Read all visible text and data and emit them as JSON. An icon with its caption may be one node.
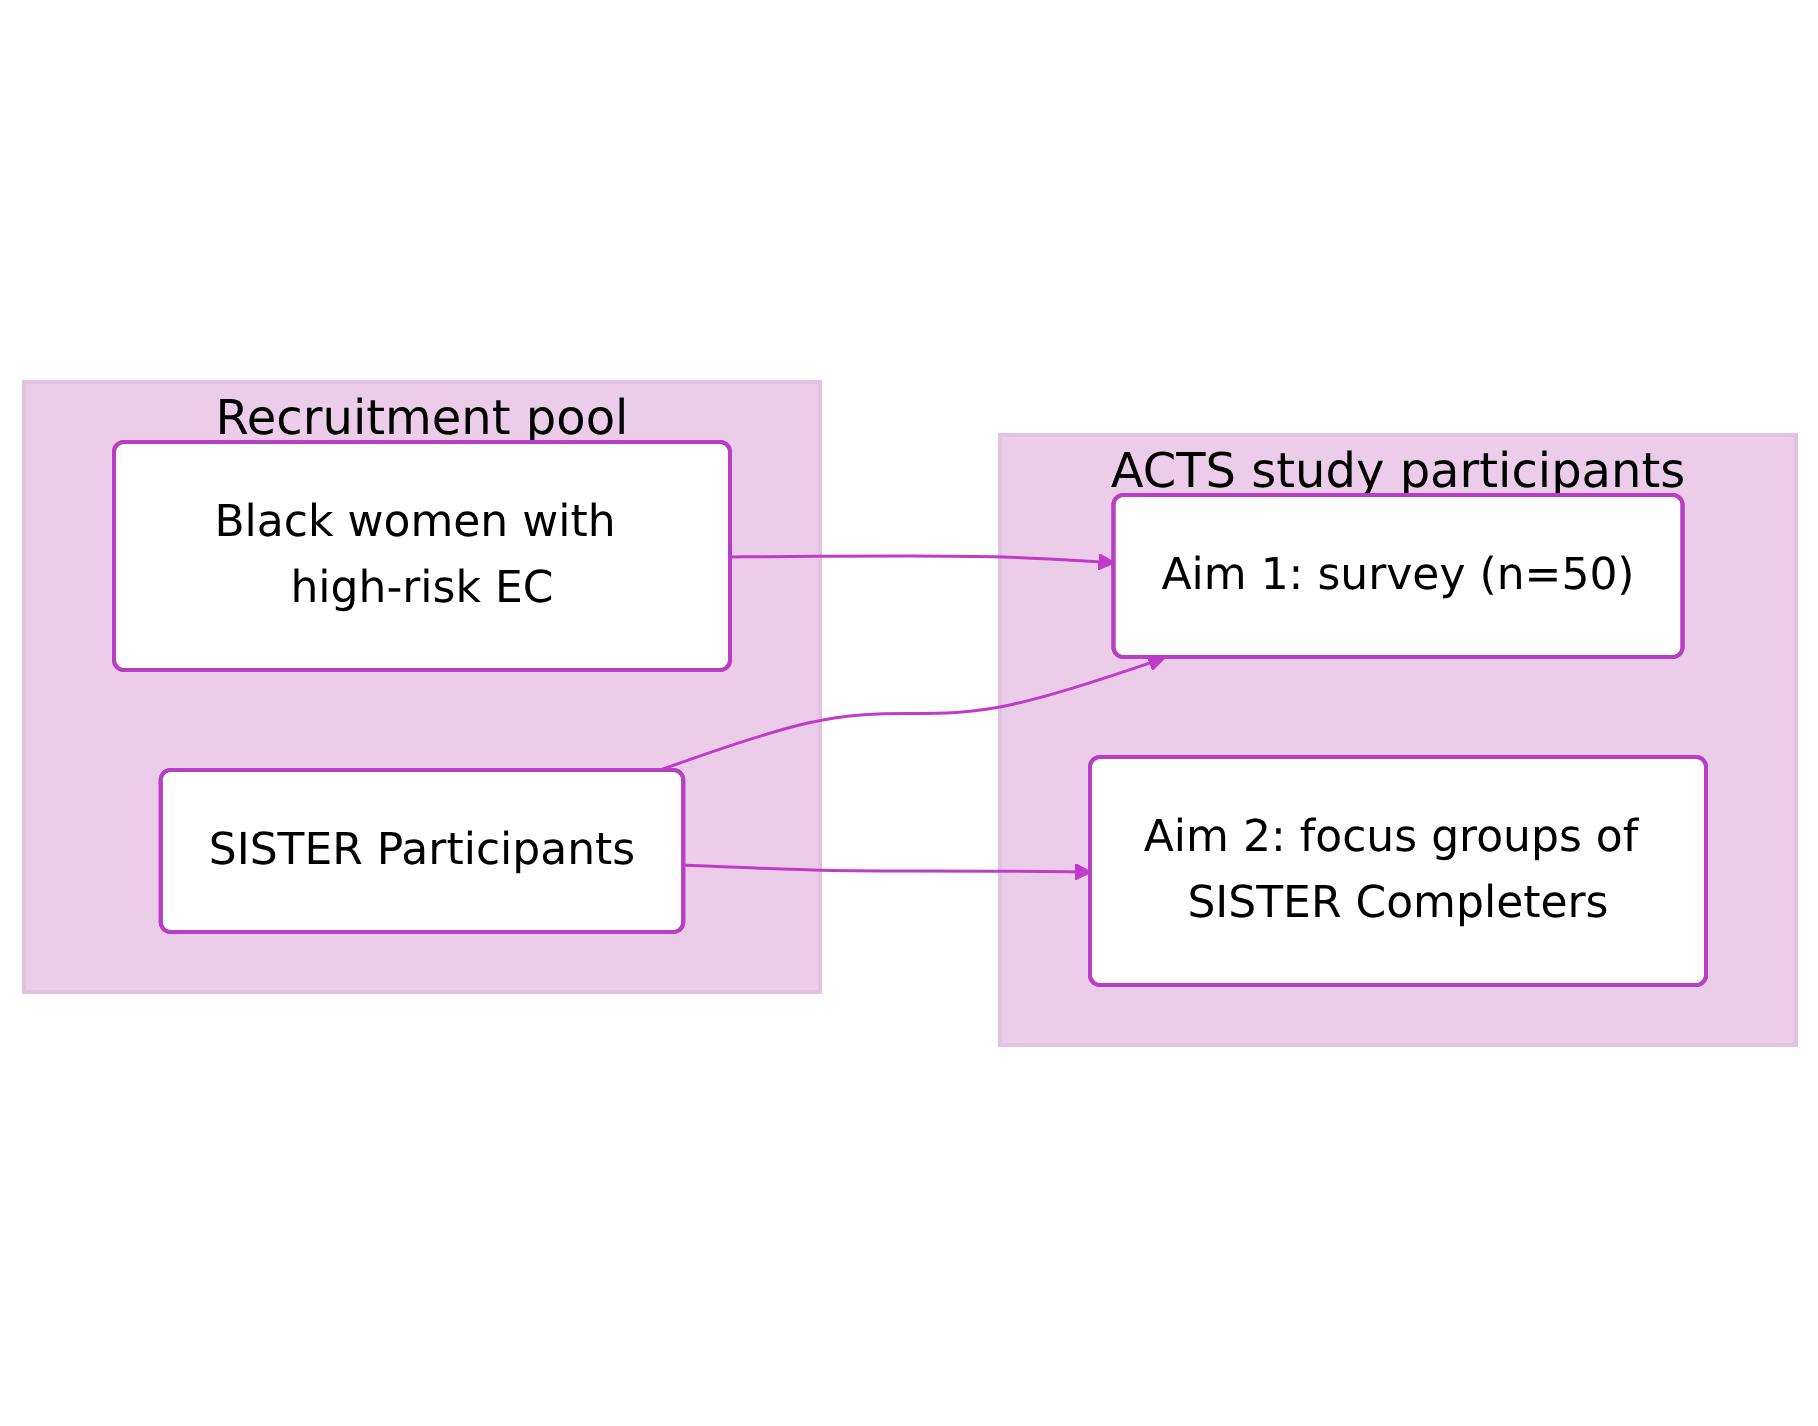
{
  "diagram": {
    "nodes": [
      {
        "text": [
          "Recruitment pool"
        ]
      },
      {
        "text": [
          "Black women with high-risk EC"
        ],
        "in": 0
      },
      {
        "text": [
          "SISTER Participants"
        ],
        "in": 0
      },
      {
        "text": [
          "ACTS study participants"
        ]
      },
      {
        "text": [
          "Aim 1: survey (n=50)"
        ],
        "in": 3
      },
      {
        "text": [
          "Aim 2: focus groups of SISTER Completers"
        ],
        "in": 3
      }
    ],
    "edges": [
      {
        "from": 1,
        "to": 4,
        "arrow": "to"
      },
      {
        "from": 2,
        "to": 4,
        "arrow": "to"
      },
      {
        "from": 2,
        "to": 5,
        "arrow": "to"
      }
    ]
  }
}
